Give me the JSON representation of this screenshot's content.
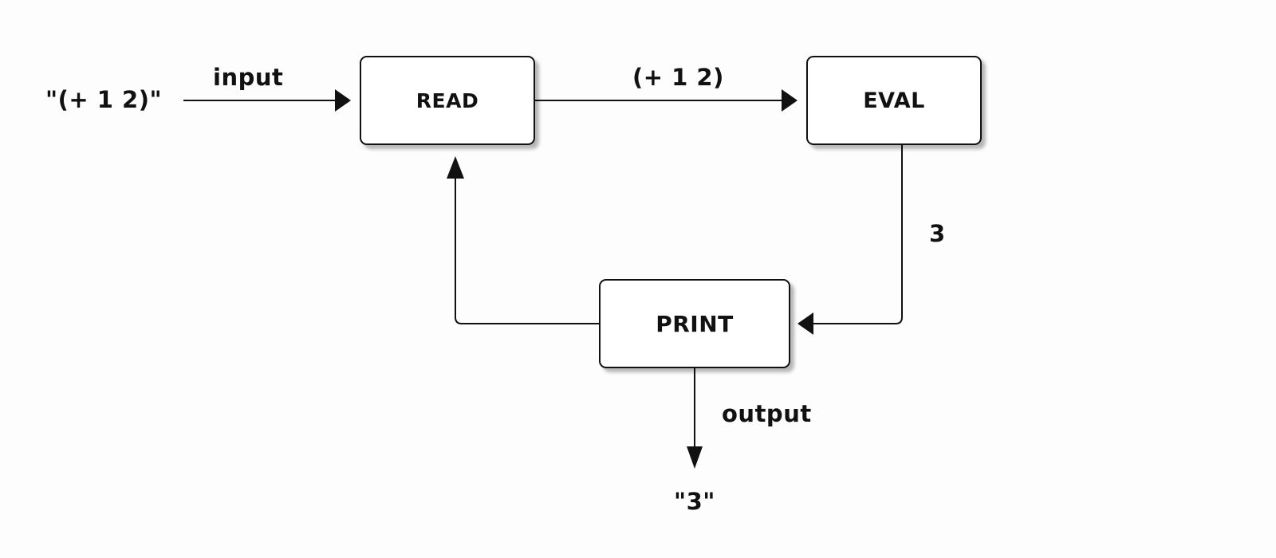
{
  "diagram": {
    "nodes": {
      "read": "READ",
      "eval": "EVAL",
      "print": "PRINT"
    },
    "labels": {
      "input_string": "\"(+ 1 2)\"",
      "input": "input",
      "read_to_eval": "(+ 1 2)",
      "eval_to_print": "3",
      "output": "output",
      "output_string": "\"3\""
    },
    "colors": {
      "stroke": "#111111",
      "node_fill": "#ffffff",
      "background": "#fdfdfd"
    }
  }
}
